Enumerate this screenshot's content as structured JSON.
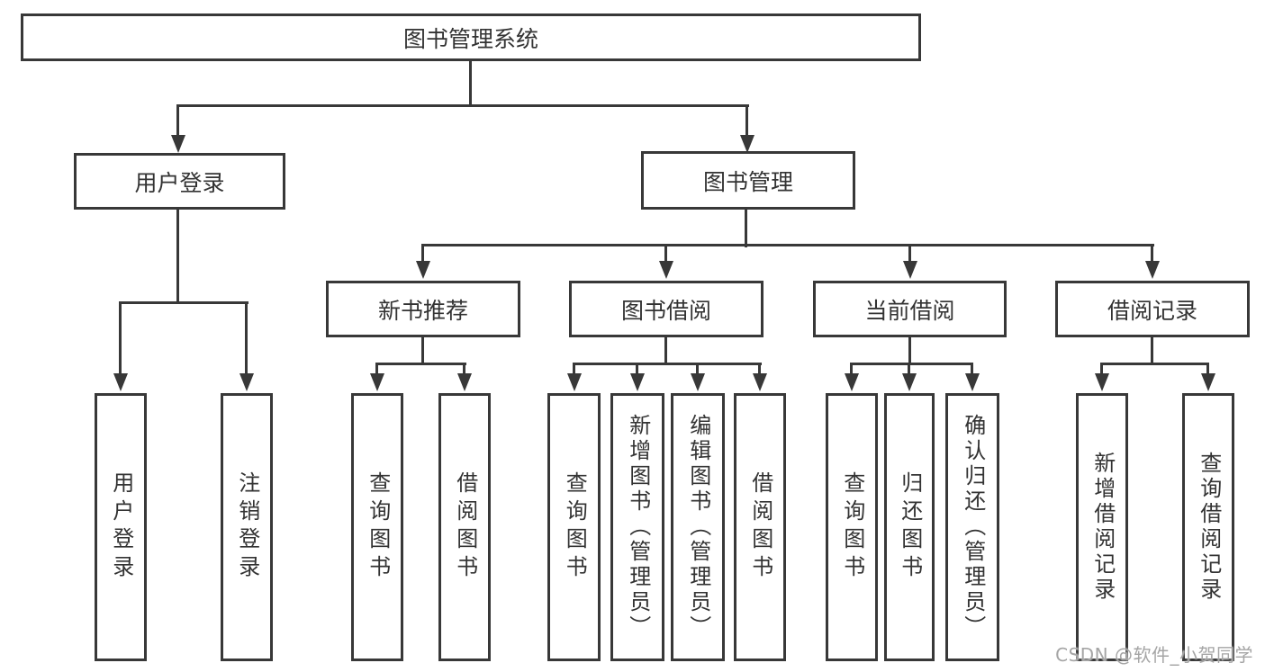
{
  "diagram": {
    "type": "hierarchy-tree",
    "colors": {
      "ink": "#383838",
      "background": "#ffffff",
      "watermark": "#a5a5a5"
    },
    "nodes": {
      "root": {
        "label": "图书管理系统"
      },
      "user_login": {
        "label": "用户登录"
      },
      "book_mgmt": {
        "label": "图书管理"
      },
      "new_book_rec": {
        "label": "新书推荐"
      },
      "book_borrow": {
        "label": "图书借阅"
      },
      "current_borrow": {
        "label": "当前借阅"
      },
      "borrow_records": {
        "label": "借阅记录"
      },
      "leaf_user_login": {
        "label": "用户登录"
      },
      "leaf_logout": {
        "label": "注销登录"
      },
      "leaf_query_book_rec": {
        "label": "查询图书"
      },
      "leaf_borrow_book_rec": {
        "label": "借阅图书"
      },
      "leaf_query_book_borrow": {
        "label": "查询图书"
      },
      "leaf_add_book_admin": {
        "label": "新增图书（管理员）"
      },
      "leaf_edit_book_admin": {
        "label": "编辑图书（管理员）"
      },
      "leaf_borrow_book_borrow": {
        "label": "借阅图书"
      },
      "leaf_query_book_current": {
        "label": "查询图书"
      },
      "leaf_return_book": {
        "label": "归还图书"
      },
      "leaf_confirm_return_admin": {
        "label": "确认归还（管理员）"
      },
      "leaf_add_borrow_record": {
        "label": "新增借阅记录"
      },
      "leaf_query_borrow_record": {
        "label": "查询借阅记录"
      }
    },
    "watermark": "CSDN @软件_小贺同学"
  }
}
